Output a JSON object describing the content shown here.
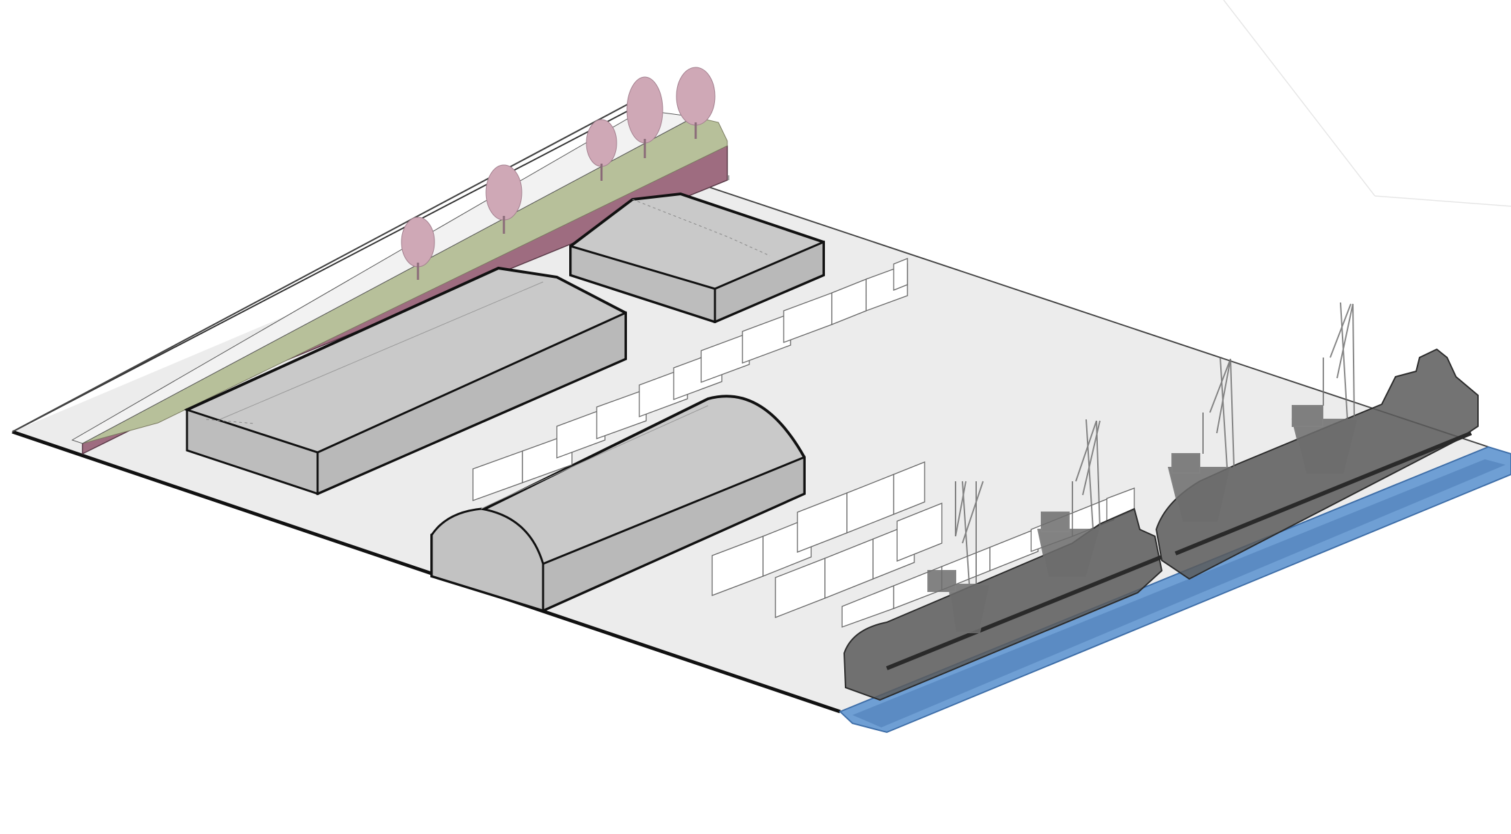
{
  "diagram": {
    "kind": "isometric port site diagram",
    "elements": [
      "ground-plate",
      "embankment",
      "tree-row",
      "warehouse-large",
      "warehouse-small",
      "warehouse-barrel-roof",
      "container-stacks",
      "quay-water",
      "cargo-ship",
      "port-crane"
    ],
    "colors": {
      "background": "#ffffff",
      "ground": "#ececec",
      "ground_edge": "#111111",
      "plate_side": "#f6f6f6",
      "warehouse_top": "#c9c9c9",
      "warehouse_side": "#b9b9b9",
      "embankment": "#9e6c80",
      "grass": "#b7c09a",
      "tree": "#cfa8b6",
      "container": "#ffffff",
      "water": "#6f9fd4",
      "water_dark": "#4e7fb8",
      "ship": "#5a5a5a",
      "crane": "#707070"
    }
  }
}
